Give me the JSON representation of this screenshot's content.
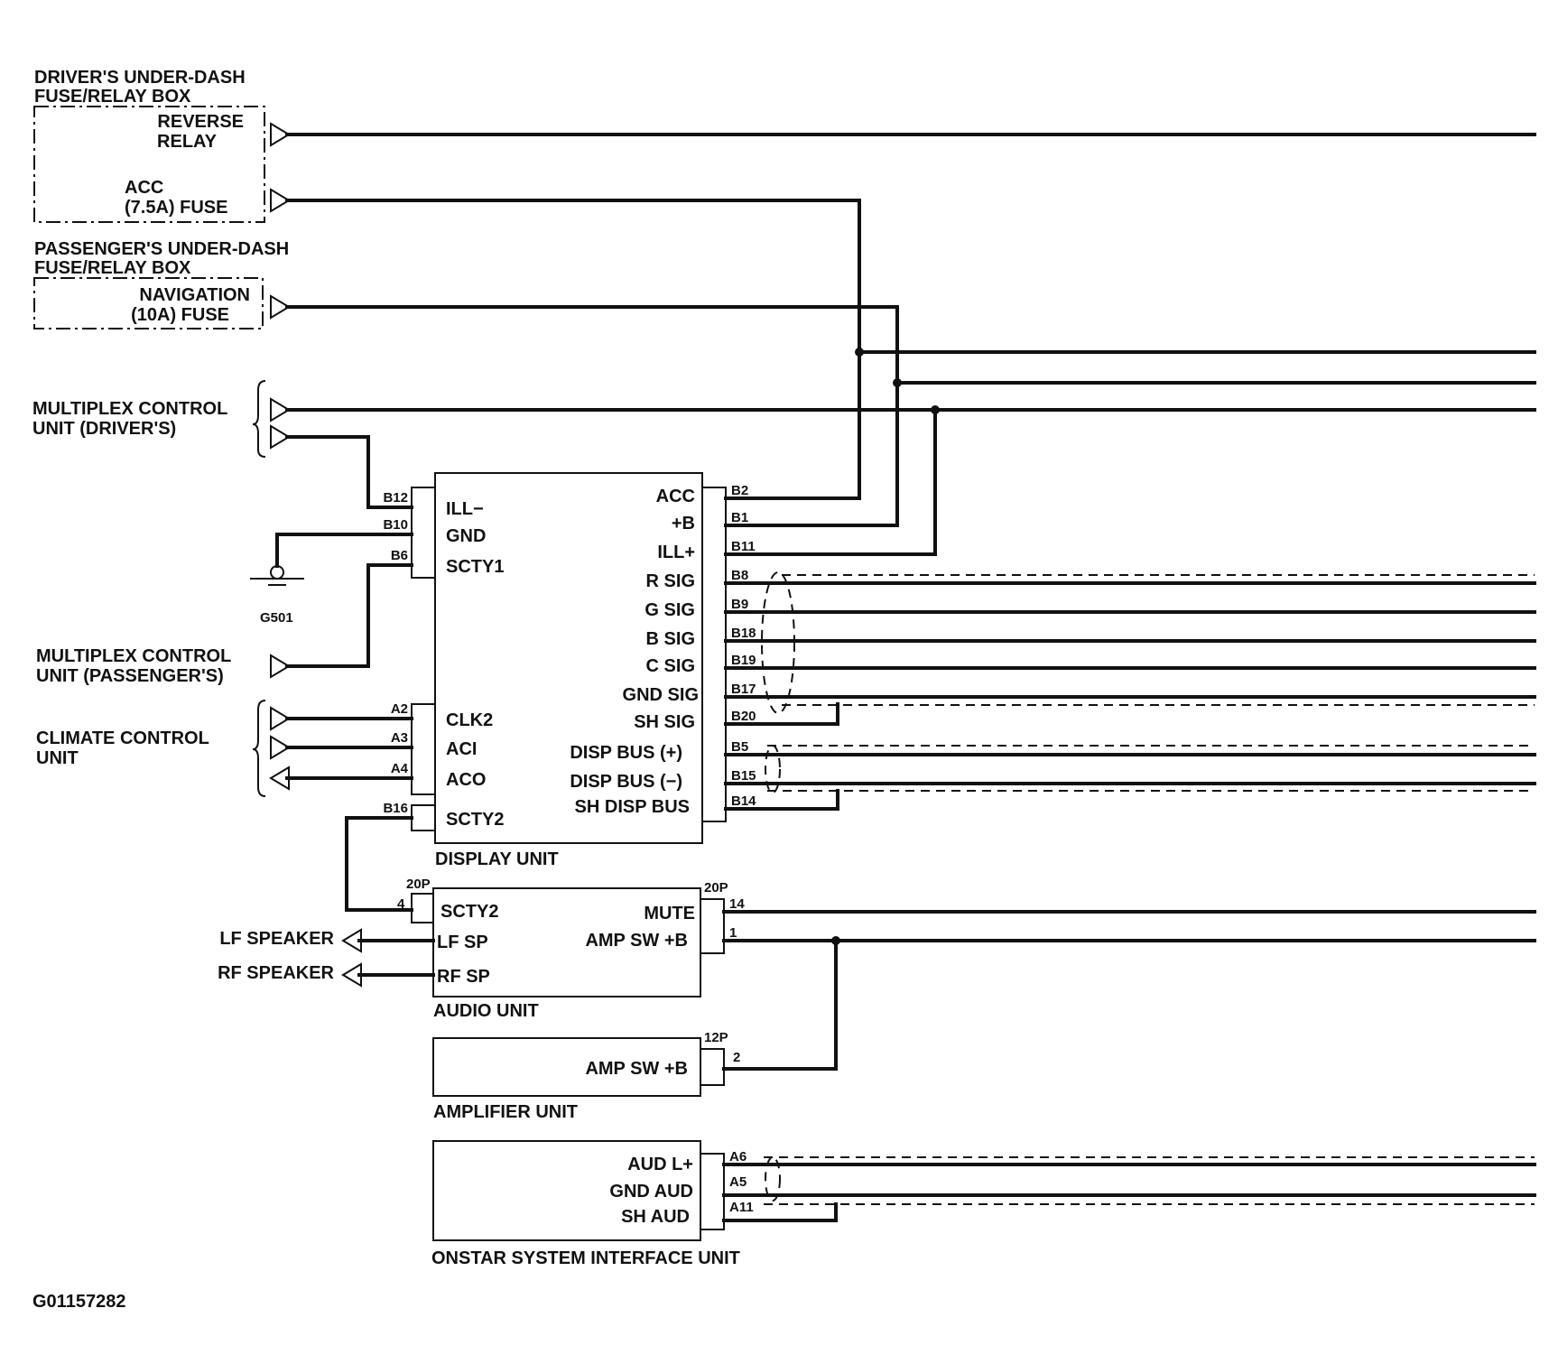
{
  "sources": {
    "driver_box": {
      "title_line1": "DRIVER'S UNDER-DASH",
      "title_line2": "FUSE/RELAY BOX",
      "reverse_relay_line1": "REVERSE",
      "reverse_relay_line2": "RELAY",
      "acc_fuse_line1": "ACC",
      "acc_fuse_line2": "(7.5A) FUSE"
    },
    "passenger_box": {
      "title_line1": "PASSENGER'S UNDER-DASH",
      "title_line2": "FUSE/RELAY BOX",
      "nav_fuse_line1": "NAVIGATION",
      "nav_fuse_line2": "(10A) FUSE"
    },
    "mux_driver": {
      "line1": "MULTIPLEX CONTROL",
      "line2": "UNIT (DRIVER'S)"
    },
    "mux_passenger": {
      "line1": "MULTIPLEX CONTROL",
      "line2": "UNIT (PASSENGER'S)"
    },
    "climate": {
      "line1": "CLIMATE CONTROL",
      "line2": "UNIT"
    },
    "ground": "G501"
  },
  "display_unit": {
    "name": "DISPLAY UNIT",
    "left_pins": [
      {
        "pin": "B12",
        "label": "ILL−"
      },
      {
        "pin": "B10",
        "label": "GND"
      },
      {
        "pin": "B6",
        "label": "SCTY1"
      },
      {
        "pin": "A2",
        "label": "CLK2"
      },
      {
        "pin": "A3",
        "label": "ACI"
      },
      {
        "pin": "A4",
        "label": "ACO"
      },
      {
        "pin": "B16",
        "label": "SCTY2"
      }
    ],
    "right_pins": [
      {
        "pin": "B2",
        "label": "ACC"
      },
      {
        "pin": "B1",
        "label": "+B"
      },
      {
        "pin": "B11",
        "label": "ILL+"
      },
      {
        "pin": "B8",
        "label": "R SIG"
      },
      {
        "pin": "B9",
        "label": "G SIG"
      },
      {
        "pin": "B18",
        "label": "B SIG"
      },
      {
        "pin": "B19",
        "label": "C SIG"
      },
      {
        "pin": "B17",
        "label": "GND SIG"
      },
      {
        "pin": "B20",
        "label": "SH SIG"
      },
      {
        "pin": "B5",
        "label": "DISP BUS (+)"
      },
      {
        "pin": "B15",
        "label": "DISP BUS (−)"
      },
      {
        "pin": "B14",
        "label": "SH DISP BUS"
      }
    ]
  },
  "audio_unit": {
    "name": "AUDIO UNIT",
    "connector_left": "20P",
    "connector_right": "20P",
    "left_pin": {
      "pin": "4",
      "label": "SCTY2"
    },
    "left_labels": [
      "LF SP",
      "RF SP"
    ],
    "right_pins": [
      {
        "pin": "14",
        "label": "MUTE"
      },
      {
        "pin": "1",
        "label": "AMP SW +B"
      }
    ],
    "speakers": [
      "LF SPEAKER",
      "RF SPEAKER"
    ]
  },
  "amplifier_unit": {
    "name": "AMPLIFIER UNIT",
    "connector": "12P",
    "pin": {
      "pin": "2",
      "label": "AMP SW +B"
    }
  },
  "onstar_unit": {
    "name": "ONSTAR SYSTEM INTERFACE UNIT",
    "pins": [
      {
        "pin": "A6",
        "label": "AUD L+"
      },
      {
        "pin": "A5",
        "label": "GND AUD"
      },
      {
        "pin": "A11",
        "label": "SH AUD"
      }
    ]
  },
  "figure_id": "G01157282"
}
